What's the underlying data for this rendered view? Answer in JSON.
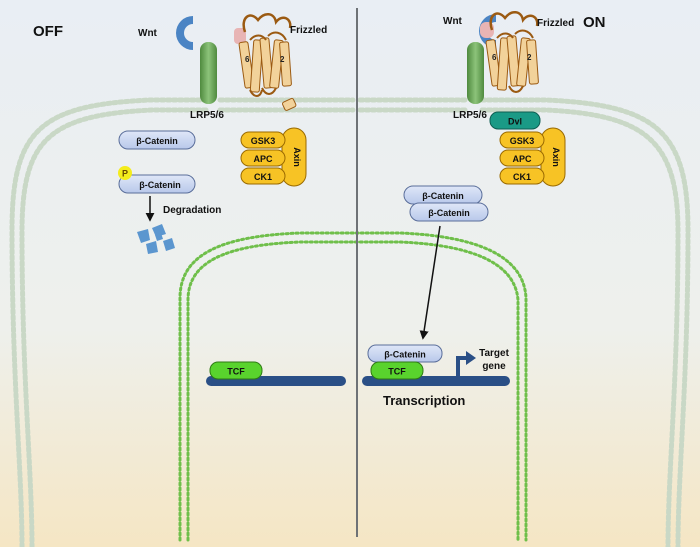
{
  "panels": {
    "off": {
      "state_label": "OFF"
    },
    "on": {
      "state_label": "ON"
    }
  },
  "receptor": {
    "wnt": "Wnt",
    "frizzled": "Frizzled",
    "lrp": "LRP5/6"
  },
  "complex": {
    "gsk3": "GSK3",
    "apc": "APC",
    "ck1": "CK1",
    "axin": "Axin",
    "dvl": "Dvl"
  },
  "off_side": {
    "beta_catenin": "β-Catenin",
    "phospho_beta_catenin": "β-Catenin",
    "phospho_mark": "P",
    "degradation": "Degradation",
    "tcf": "TCF"
  },
  "on_side": {
    "beta_catenin_1": "β-Catenin",
    "beta_catenin_2": "β-Catenin",
    "nuclear_beta_catenin": "β-Catenin",
    "tcf": "TCF",
    "target_gene_line1": "Target",
    "target_gene_line2": "gene",
    "transcription": "Transcription"
  },
  "colors": {
    "background_top": "#e9eef4",
    "background_bottom": "#f5e6c4",
    "membrane": "#c9d8c6",
    "nuclear_membrane": "#6fbf4a",
    "beta_catenin_fill": "#c7d4ef",
    "complex_fill": "#f7c325",
    "dvl_fill": "#1a9a86",
    "tcf_fill": "#59d32d",
    "dna": "#2a4f86",
    "wnt": "#4b84c4",
    "frizzled": "#9b5a12",
    "lrp": "#5f9a49",
    "phospho": "#f4ec1c",
    "degradation_fragments": "#5b96cf"
  }
}
